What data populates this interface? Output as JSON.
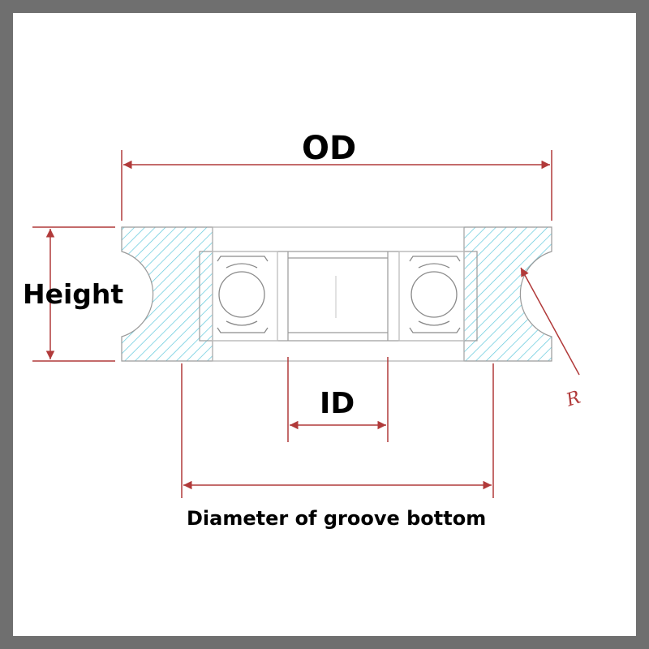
{
  "diagram": {
    "labels": {
      "od": "OD",
      "height": "Height",
      "id": "ID",
      "groove_bottom": "Diameter of groove bottom",
      "radius": "R"
    },
    "colors": {
      "frame": "#6f6f6f",
      "dimension": "#b13a3a",
      "hatch": "#5fc8dc",
      "outline": "#9a9a9a",
      "text": "#000000"
    }
  }
}
